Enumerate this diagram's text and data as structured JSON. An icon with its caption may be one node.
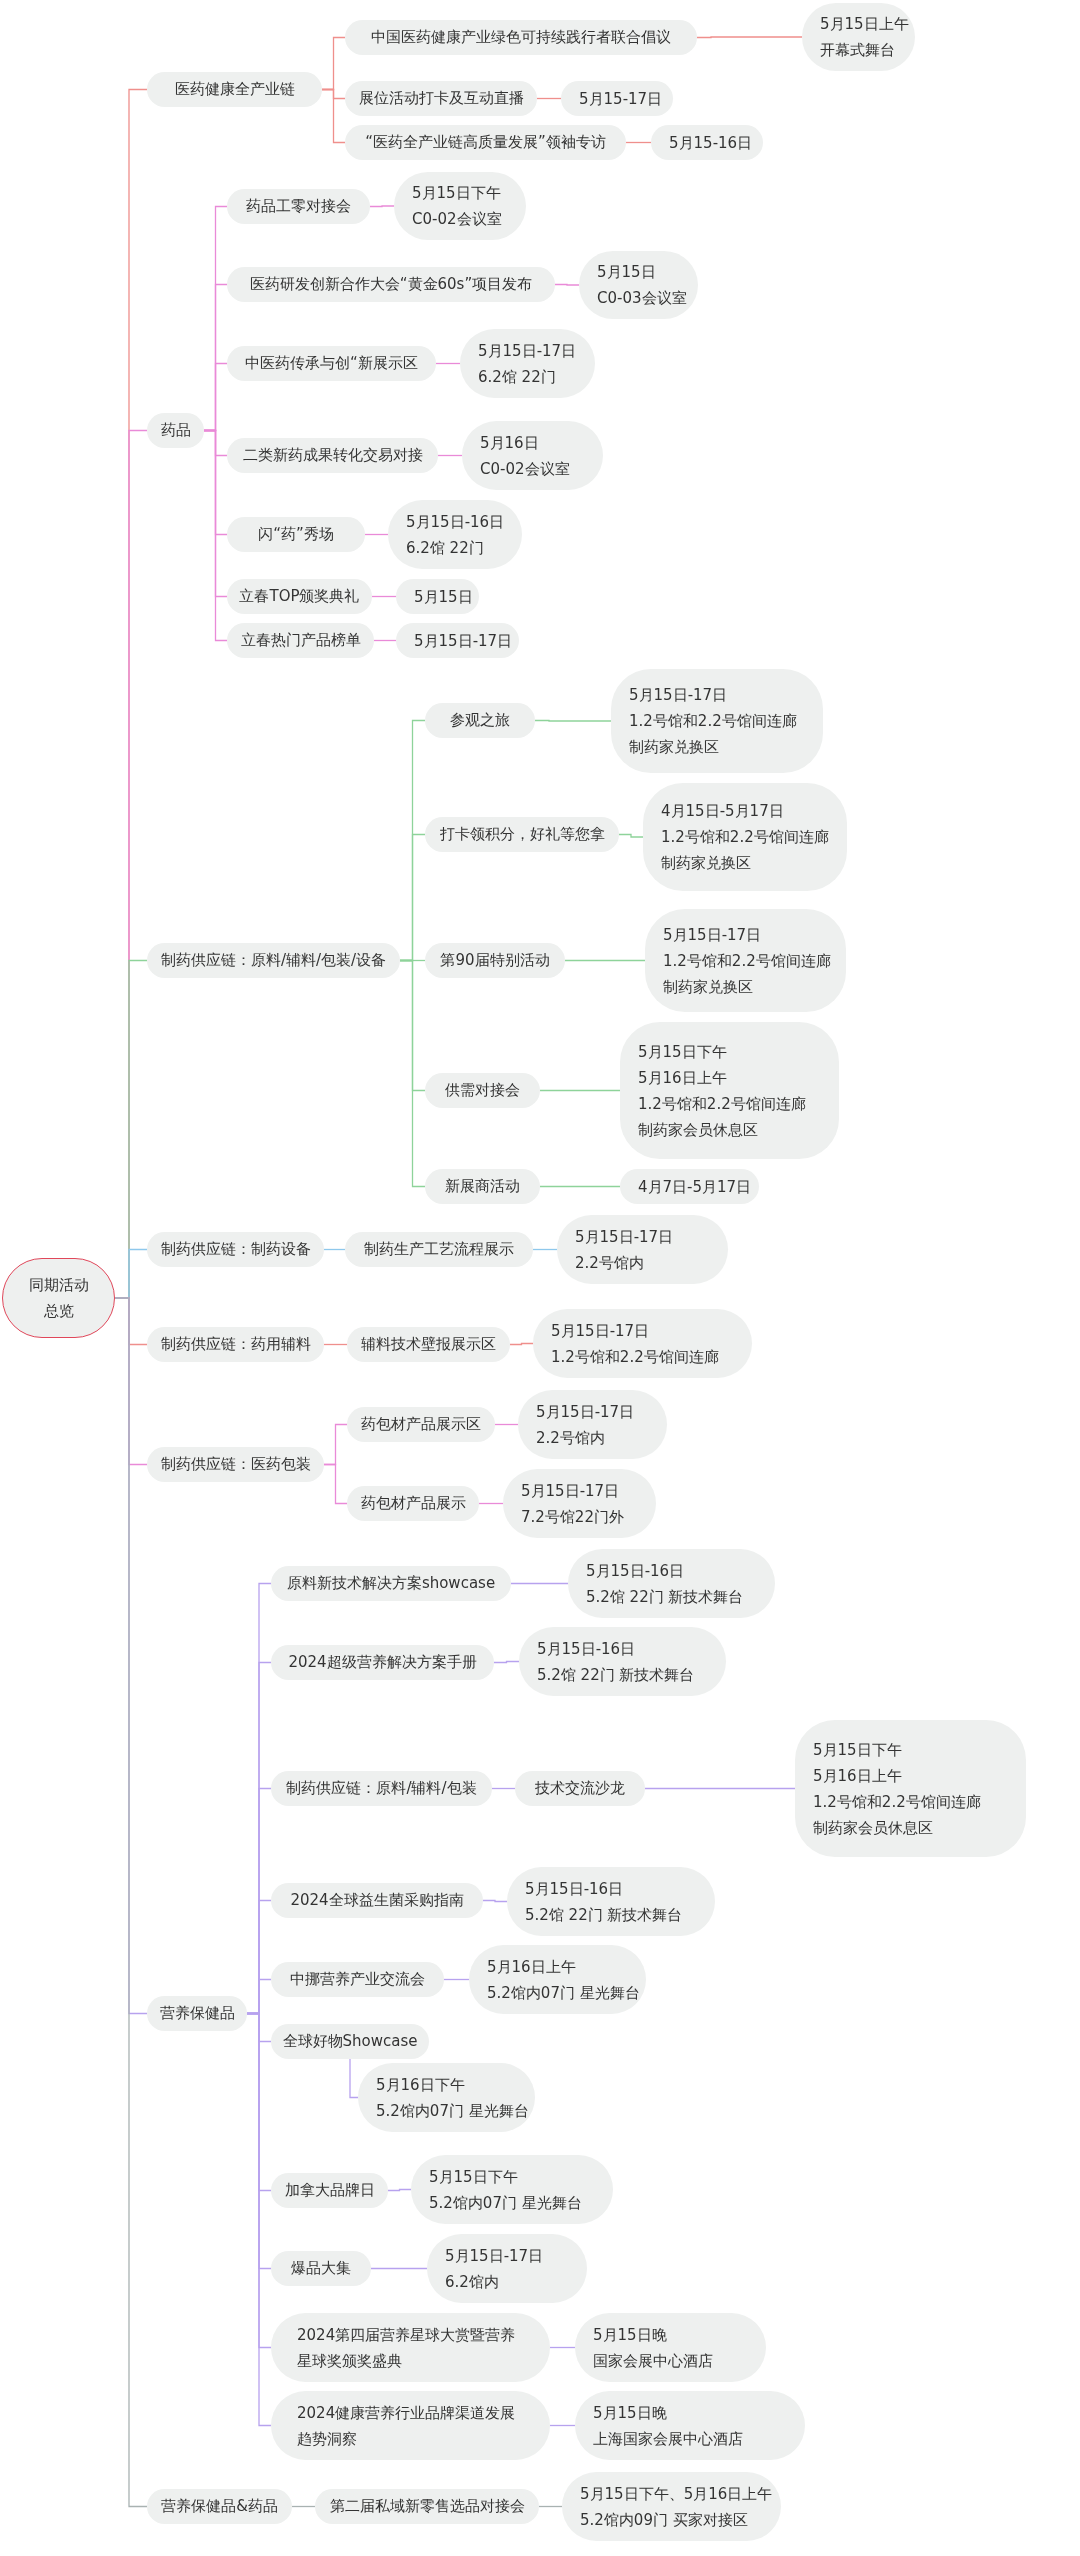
{
  "diagram": {
    "nodes": [
      {
        "text": [
          "同期活动总览"
        ]
      },
      {
        "text": [
          "医药健康全产业链"
        ]
      },
      {
        "text": [
          "中国医药健康产业绿色可持续践行者联合倡议"
        ]
      },
      {
        "text": [
          "5月15日上午",
          "开幕式舞台"
        ]
      },
      {
        "text": [
          "展位活动打卡及互动直播"
        ]
      },
      {
        "text": [
          "5月15-17日"
        ]
      },
      {
        "text": [
          "“医药全产业链高质量发展”领袖专访"
        ]
      },
      {
        "text": [
          "5月15-16日"
        ]
      },
      {
        "text": [
          "药品"
        ]
      },
      {
        "text": [
          "药品工零对接会"
        ]
      },
      {
        "text": [
          "5月15日下午",
          "C0-02会议室"
        ]
      },
      {
        "text": [
          "医药研发创新合作大会“黄金60s”项目发布"
        ]
      },
      {
        "text": [
          "5月15日",
          "C0-03会议室"
        ]
      },
      {
        "text": [
          "中医药传承与创“新展示区"
        ]
      },
      {
        "text": [
          "5月15日-17日",
          "6.2馆 22门"
        ]
      },
      {
        "text": [
          "二类新药成果转化交易对接"
        ]
      },
      {
        "text": [
          "5月16日",
          "C0-02会议室"
        ]
      },
      {
        "text": [
          "闪“药”秀场"
        ]
      },
      {
        "text": [
          "5月15日-16日",
          "6.2馆 22门"
        ]
      },
      {
        "text": [
          "立春TOP颁奖典礼"
        ]
      },
      {
        "text": [
          "5月15日"
        ]
      },
      {
        "text": [
          "立春热门产品榜单"
        ]
      },
      {
        "text": [
          "5月15日-17日"
        ]
      },
      {
        "text": [
          "制药供应链：原料/辅料/包装/设备"
        ]
      },
      {
        "text": [
          "参观之旅"
        ]
      },
      {
        "text": [
          "5月15日-17日",
          "1.2号馆和2.2号馆间连廊",
          "制药家兑换区"
        ]
      },
      {
        "text": [
          "打卡领积分，好礼等您拿"
        ]
      },
      {
        "text": [
          "4月15日-5月17日",
          "1.2号馆和2.2号馆间连廊",
          "制药家兑换区"
        ]
      },
      {
        "text": [
          "第90届特别活动"
        ]
      },
      {
        "text": [
          "5月15日-17日",
          "1.2号馆和2.2号馆间连廊",
          "制药家兑换区"
        ]
      },
      {
        "text": [
          "供需对接会"
        ]
      },
      {
        "text": [
          "5月15日下午",
          "5月16日上午",
          "1.2号馆和2.2号馆间连廊",
          "制药家会员休息区"
        ]
      },
      {
        "text": [
          "新展商活动"
        ]
      },
      {
        "text": [
          "4月7日-5月17日"
        ]
      },
      {
        "text": [
          "制药供应链：制药设备"
        ]
      },
      {
        "text": [
          "制药生产工艺流程展示"
        ]
      },
      {
        "text": [
          "5月15日-17日",
          "2.2号馆内"
        ]
      },
      {
        "text": [
          "制药供应链：药用辅料"
        ]
      },
      {
        "text": [
          "辅料技术壁报展示区"
        ]
      },
      {
        "text": [
          "5月15日-17日",
          "1.2号馆和2.2号馆间连廊"
        ]
      },
      {
        "text": [
          "制药供应链：医药包装"
        ]
      },
      {
        "text": [
          "药包材产品展示区"
        ]
      },
      {
        "text": [
          "5月15日-17日",
          "2.2号馆内"
        ]
      },
      {
        "text": [
          "药包材产品展示"
        ]
      },
      {
        "text": [
          "5月15日-17日",
          "7.2号馆22门外"
        ]
      },
      {
        "text": [
          "营养保健品"
        ]
      },
      {
        "text": [
          "原料新技术解决方案showcase"
        ]
      },
      {
        "text": [
          "5月15日-16日",
          "5.2馆 22门 新技术舞台"
        ]
      },
      {
        "text": [
          "2024超级营养解决方案手册"
        ]
      },
      {
        "text": [
          "5月15日-16日",
          "5.2馆 22门 新技术舞台"
        ]
      },
      {
        "text": [
          "制药供应链：原料/辅料/包装"
        ]
      },
      {
        "text": [
          "技术交流沙龙"
        ]
      },
      {
        "text": [
          "5月15日下午",
          "5月16日上午",
          "1.2号馆和2.2号馆间连廊",
          "制药家会员休息区"
        ]
      },
      {
        "text": [
          "2024全球益生菌采购指南"
        ]
      },
      {
        "text": [
          "5月15日-16日",
          "5.2馆 22门 新技术舞台"
        ]
      },
      {
        "text": [
          "中挪营养产业交流会"
        ]
      },
      {
        "text": [
          "5月16日上午",
          "5.2馆内07门 星光舞台"
        ]
      },
      {
        "text": [
          "全球好物Showcase"
        ]
      },
      {
        "text": [
          "5月16日下午",
          "5.2馆内07门 星光舞台"
        ]
      },
      {
        "text": [
          "加拿大品牌日"
        ]
      },
      {
        "text": [
          "5月15日下午",
          "5.2馆内07门 星光舞台"
        ]
      },
      {
        "text": [
          "爆品大集"
        ]
      },
      {
        "text": [
          "5月15日-17日",
          "6.2馆内"
        ]
      },
      {
        "text": [
          "2024第四届营养星球大赏暨营养星球奖颁奖盛典"
        ]
      },
      {
        "text": [
          "5月15日晚",
          "国家会展中心酒店"
        ]
      },
      {
        "text": [
          "2024健康营养行业品牌渠道发展趋势洞察"
        ]
      },
      {
        "text": [
          "5月15日晚",
          "上海国家会展中心酒店"
        ]
      },
      {
        "text": [
          "营养保健品&药品"
        ]
      },
      {
        "text": [
          "第二届私域新零售选品对接会"
        ]
      },
      {
        "text": [
          "5月15日下午、5月16日上午",
          "5.2馆内09门 买家对接区"
        ]
      }
    ],
    "edges": [
      {
        "from": 0,
        "to": 1,
        "arrow": "none",
        "color": "#ef8f8c"
      },
      {
        "from": 0,
        "to": 8,
        "arrow": "none",
        "color": "#e98ad8"
      },
      {
        "from": 0,
        "to": 23,
        "arrow": "none",
        "color": "#8ed39a"
      },
      {
        "from": 0,
        "to": 34,
        "arrow": "none",
        "color": "#8ec8ec"
      },
      {
        "from": 0,
        "to": 37,
        "arrow": "none",
        "color": "#ef8f8c"
      },
      {
        "from": 0,
        "to": 40,
        "arrow": "none",
        "color": "#e98ad8"
      },
      {
        "from": 0,
        "to": 45,
        "arrow": "none",
        "color": "#b7a2ee"
      },
      {
        "from": 0,
        "to": 67,
        "arrow": "none",
        "color": "#a9b2b2"
      },
      {
        "from": 1,
        "to": 2,
        "arrow": "none",
        "color": "#ef8f8c"
      },
      {
        "from": 2,
        "to": 3,
        "arrow": "none",
        "color": "#ef8f8c"
      },
      {
        "from": 1,
        "to": 4,
        "arrow": "none",
        "color": "#ef8f8c"
      },
      {
        "from": 4,
        "to": 5,
        "arrow": "none",
        "color": "#ef8f8c"
      },
      {
        "from": 1,
        "to": 6,
        "arrow": "none",
        "color": "#ef8f8c"
      },
      {
        "from": 6,
        "to": 7,
        "arrow": "none",
        "color": "#ef8f8c"
      },
      {
        "from": 8,
        "to": 9,
        "arrow": "none",
        "color": "#e98ad8"
      },
      {
        "from": 9,
        "to": 10,
        "arrow": "none",
        "color": "#e98ad8"
      },
      {
        "from": 8,
        "to": 11,
        "arrow": "none",
        "color": "#e98ad8"
      },
      {
        "from": 11,
        "to": 12,
        "arrow": "none",
        "color": "#e98ad8"
      },
      {
        "from": 8,
        "to": 13,
        "arrow": "none",
        "color": "#e98ad8"
      },
      {
        "from": 13,
        "to": 14,
        "arrow": "none",
        "color": "#e98ad8"
      },
      {
        "from": 8,
        "to": 15,
        "arrow": "none",
        "color": "#e98ad8"
      },
      {
        "from": 15,
        "to": 16,
        "arrow": "none",
        "color": "#e98ad8"
      },
      {
        "from": 8,
        "to": 17,
        "arrow": "none",
        "color": "#e98ad8"
      },
      {
        "from": 17,
        "to": 18,
        "arrow": "none",
        "color": "#e98ad8"
      },
      {
        "from": 8,
        "to": 19,
        "arrow": "none",
        "color": "#e98ad8"
      },
      {
        "from": 19,
        "to": 20,
        "arrow": "none",
        "color": "#e98ad8"
      },
      {
        "from": 8,
        "to": 21,
        "arrow": "none",
        "color": "#e98ad8"
      },
      {
        "from": 21,
        "to": 22,
        "arrow": "none",
        "color": "#e98ad8"
      },
      {
        "from": 23,
        "to": 24,
        "arrow": "none",
        "color": "#8ed39a"
      },
      {
        "from": 24,
        "to": 25,
        "arrow": "none",
        "color": "#8ed39a"
      },
      {
        "from": 23,
        "to": 26,
        "arrow": "none",
        "color": "#8ed39a"
      },
      {
        "from": 26,
        "to": 27,
        "arrow": "none",
        "color": "#8ed39a"
      },
      {
        "from": 23,
        "to": 28,
        "arrow": "none",
        "color": "#8ed39a"
      },
      {
        "from": 28,
        "to": 29,
        "arrow": "none",
        "color": "#8ed39a"
      },
      {
        "from": 23,
        "to": 30,
        "arrow": "none",
        "color": "#8ed39a"
      },
      {
        "from": 30,
        "to": 31,
        "arrow": "none",
        "color": "#8ed39a"
      },
      {
        "from": 23,
        "to": 32,
        "arrow": "none",
        "color": "#8ed39a"
      },
      {
        "from": 32,
        "to": 33,
        "arrow": "none",
        "color": "#8ed39a"
      },
      {
        "from": 34,
        "to": 35,
        "arrow": "none",
        "color": "#8ec8ec"
      },
      {
        "from": 35,
        "to": 36,
        "arrow": "none",
        "color": "#8ec8ec"
      },
      {
        "from": 37,
        "to": 38,
        "arrow": "none",
        "color": "#ef8f8c"
      },
      {
        "from": 38,
        "to": 39,
        "arrow": "none",
        "color": "#ef8f8c"
      },
      {
        "from": 40,
        "to": 41,
        "arrow": "none",
        "color": "#e98ad8"
      },
      {
        "from": 41,
        "to": 42,
        "arrow": "none",
        "color": "#e98ad8"
      },
      {
        "from": 40,
        "to": 43,
        "arrow": "none",
        "color": "#e98ad8"
      },
      {
        "from": 43,
        "to": 44,
        "arrow": "none",
        "color": "#e98ad8"
      },
      {
        "from": 45,
        "to": 46,
        "arrow": "none",
        "color": "#b7a2ee"
      },
      {
        "from": 46,
        "to": 47,
        "arrow": "none",
        "color": "#b7a2ee"
      },
      {
        "from": 45,
        "to": 48,
        "arrow": "none",
        "color": "#b7a2ee"
      },
      {
        "from": 48,
        "to": 49,
        "arrow": "none",
        "color": "#b7a2ee"
      },
      {
        "from": 45,
        "to": 50,
        "arrow": "none",
        "color": "#b7a2ee"
      },
      {
        "from": 50,
        "to": 51,
        "arrow": "none",
        "color": "#b7a2ee"
      },
      {
        "from": 51,
        "to": 52,
        "arrow": "none",
        "color": "#b7a2ee"
      },
      {
        "from": 45,
        "to": 53,
        "arrow": "none",
        "color": "#b7a2ee"
      },
      {
        "from": 53,
        "to": 54,
        "arrow": "none",
        "color": "#b7a2ee"
      },
      {
        "from": 45,
        "to": 55,
        "arrow": "none",
        "color": "#b7a2ee"
      },
      {
        "from": 55,
        "to": 56,
        "arrow": "none",
        "color": "#b7a2ee"
      },
      {
        "from": 45,
        "to": 57,
        "arrow": "none",
        "color": "#b7a2ee"
      },
      {
        "from": 57,
        "to": 58,
        "arrow": "none",
        "color": "#b7a2ee"
      },
      {
        "from": 45,
        "to": 59,
        "arrow": "none",
        "color": "#b7a2ee"
      },
      {
        "from": 59,
        "to": 60,
        "arrow": "none",
        "color": "#b7a2ee"
      },
      {
        "from": 45,
        "to": 61,
        "arrow": "none",
        "color": "#b7a2ee"
      },
      {
        "from": 61,
        "to": 62,
        "arrow": "none",
        "color": "#b7a2ee"
      },
      {
        "from": 45,
        "to": 63,
        "arrow": "none",
        "color": "#b7a2ee"
      },
      {
        "from": 63,
        "to": 64,
        "arrow": "none",
        "color": "#b7a2ee"
      },
      {
        "from": 45,
        "to": 65,
        "arrow": "none",
        "color": "#b7a2ee"
      },
      {
        "from": 65,
        "to": 66,
        "arrow": "none",
        "color": "#b7a2ee"
      },
      {
        "from": 67,
        "to": 68,
        "arrow": "none",
        "color": "#a9b2b2"
      },
      {
        "from": 68,
        "to": 69,
        "arrow": "none",
        "color": "#a9b2b2"
      }
    ]
  }
}
